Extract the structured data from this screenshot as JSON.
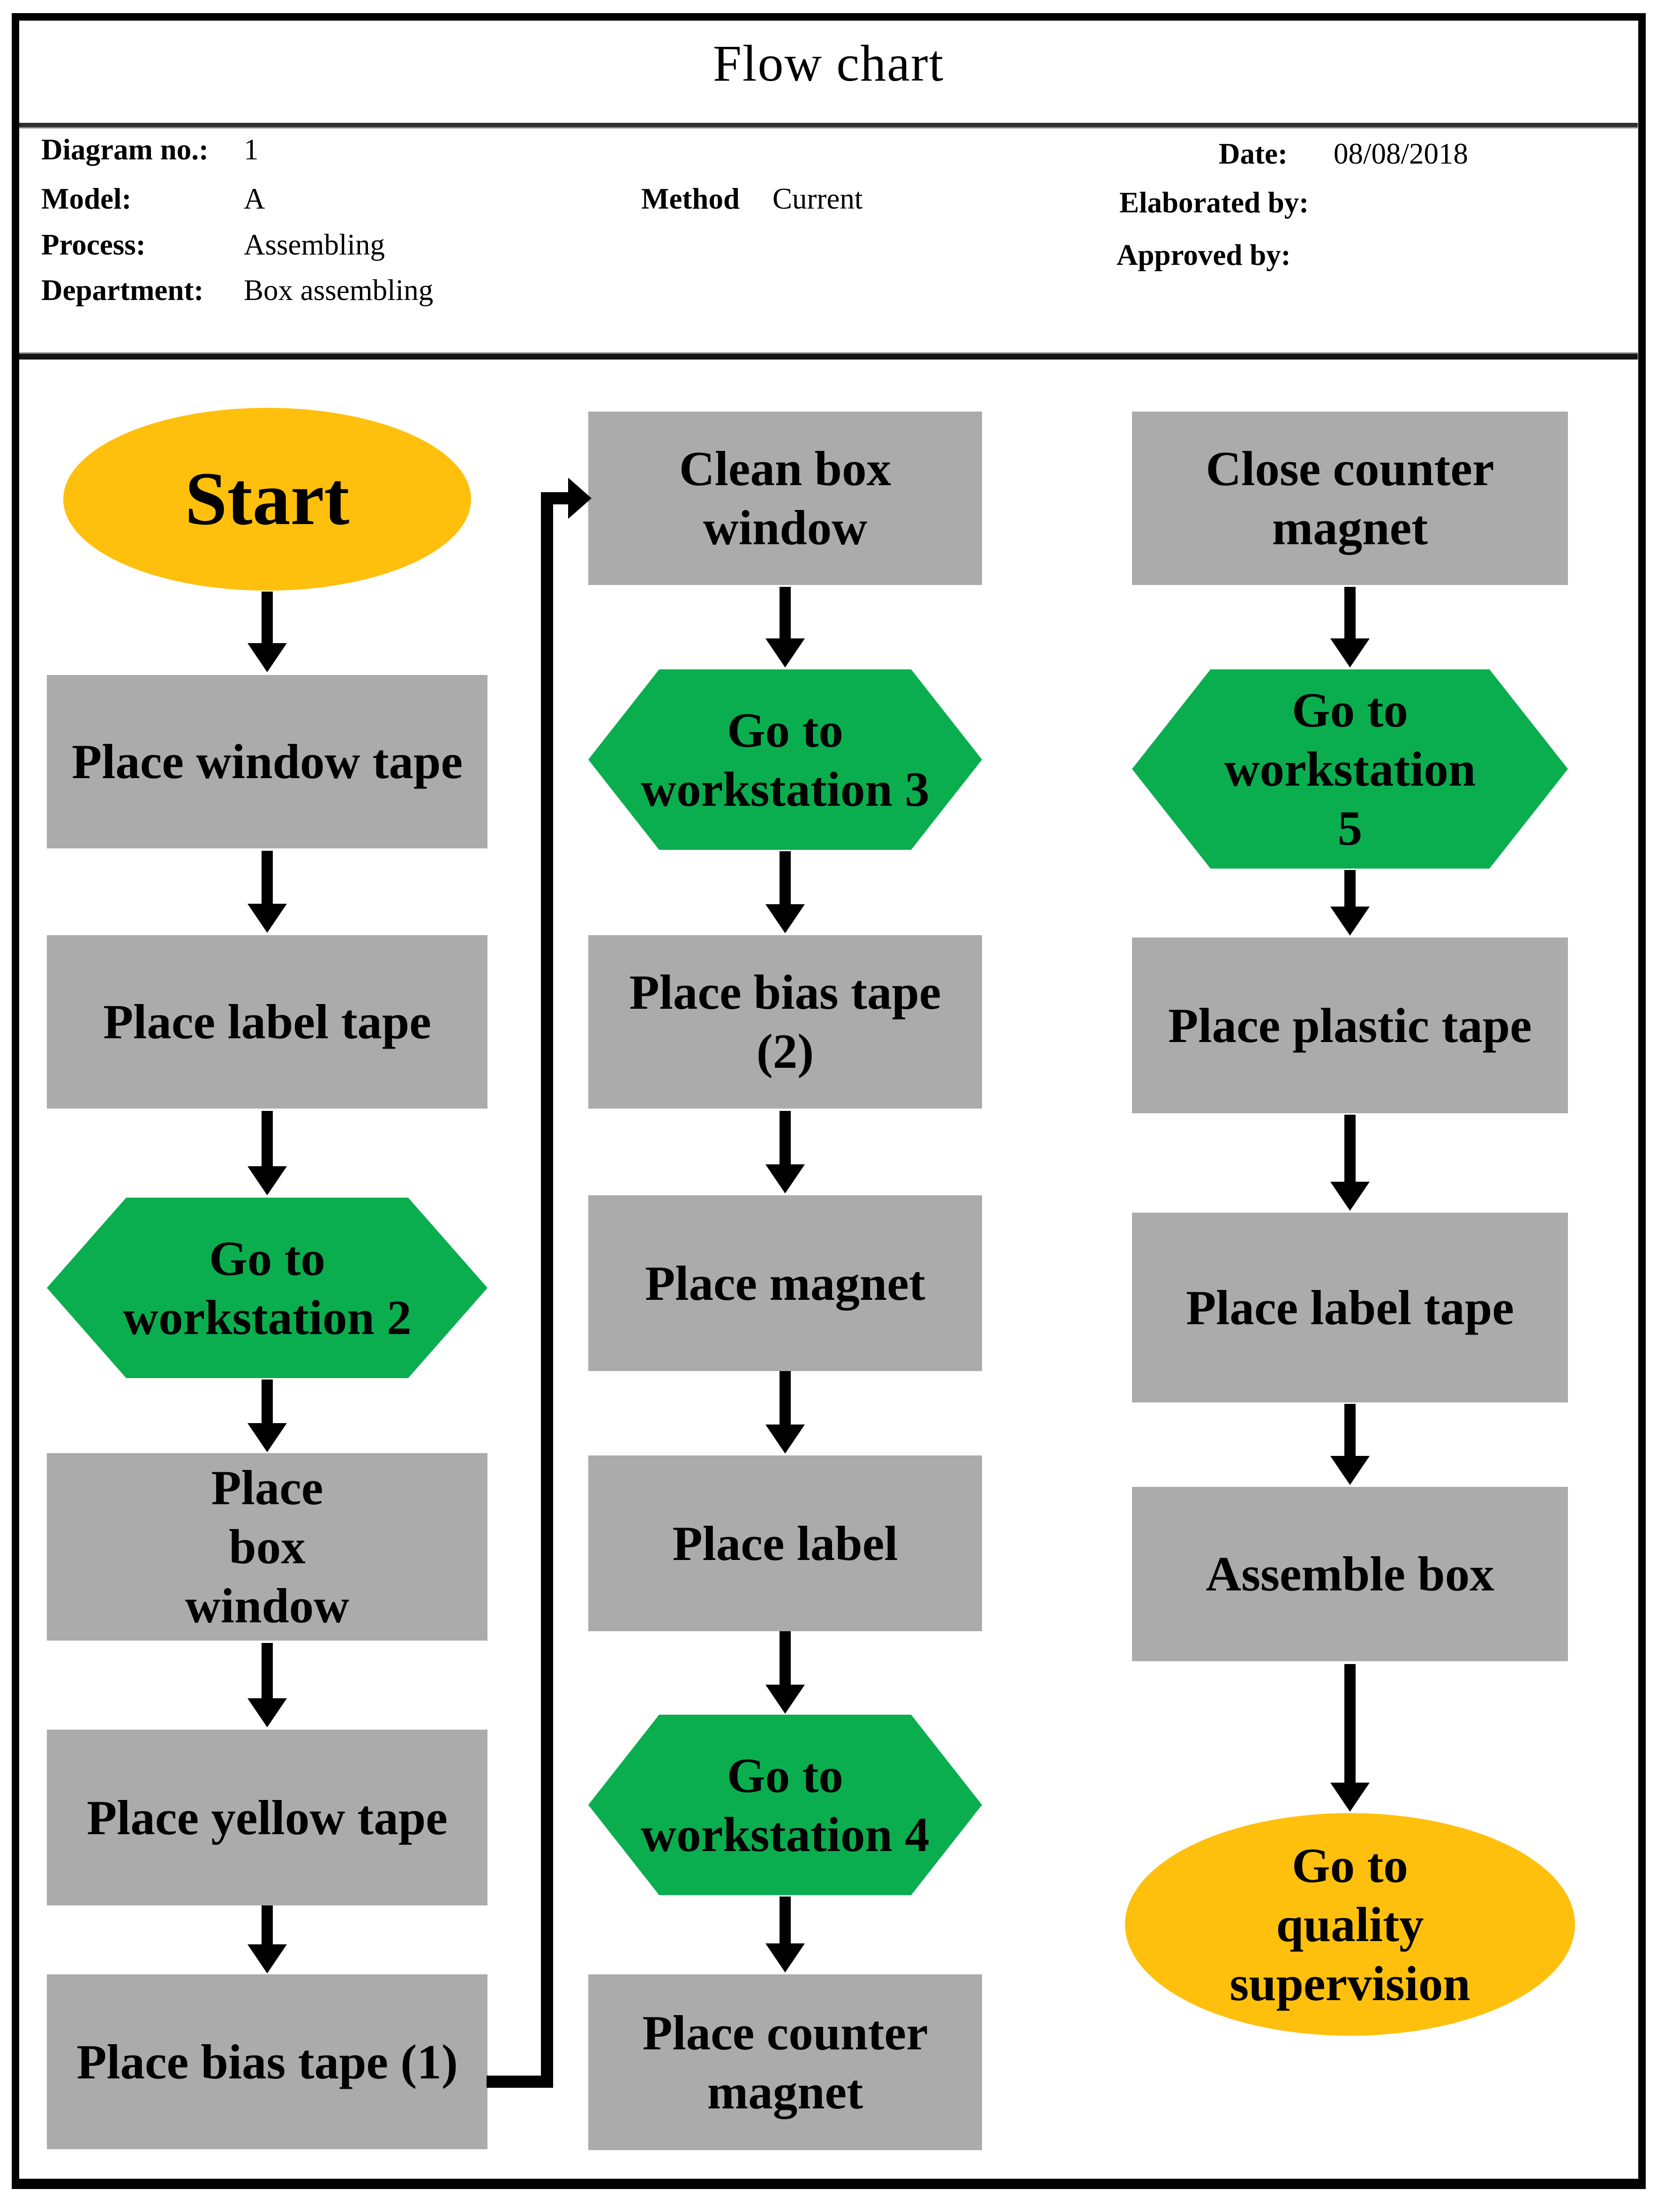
{
  "title": "Flow chart",
  "header": {
    "diagram_no_label": "Diagram no.:",
    "diagram_no": "1",
    "model_label": "Model:",
    "model": "A",
    "process_label": "Process:",
    "process": "Assembling",
    "department_label": "Department:",
    "department": "Box assembling",
    "method_label": "Method",
    "method": "Current",
    "date_label": "Date:",
    "date": "08/08/2018",
    "elaborated_label": "Elaborated by:",
    "approved_label": "Approved by:"
  },
  "colors": {
    "process_box_gray": "#ABABAB",
    "transport_hex_green": "#0BAE4F",
    "terminal_ellipse_yellow": "#FFC00D",
    "connector_black": "#000000"
  },
  "nodes": {
    "start": {
      "label": "Start",
      "shape": "ellipse",
      "color": "#FFC00D"
    },
    "place_window_tape": {
      "label": "Place window tape",
      "shape": "rect",
      "color": "#ABABAB"
    },
    "place_label_tape": {
      "label": "Place label tape",
      "shape": "rect",
      "color": "#ABABAB"
    },
    "goto_workstation_2": {
      "label": "Go to\nworkstation 2",
      "shape": "hexagon",
      "color": "#0BAE4F"
    },
    "place_box_window": {
      "label": "Place\nbox\nwindow",
      "shape": "rect",
      "color": "#ABABAB"
    },
    "place_yellow_tape": {
      "label": "Place yellow tape",
      "shape": "rect",
      "color": "#ABABAB"
    },
    "place_bias_tape_1": {
      "label": "Place bias tape (1)",
      "shape": "rect",
      "color": "#ABABAB"
    },
    "clean_box_window": {
      "label": "Clean box window",
      "shape": "rect",
      "color": "#ABABAB"
    },
    "goto_workstation_3": {
      "label": "Go to\nworkstation 3",
      "shape": "hexagon",
      "color": "#0BAE4F"
    },
    "place_bias_tape_2": {
      "label": "Place bias tape (2)",
      "shape": "rect",
      "color": "#ABABAB"
    },
    "place_magnet": {
      "label": "Place magnet",
      "shape": "rect",
      "color": "#ABABAB"
    },
    "place_label": {
      "label": "Place label",
      "shape": "rect",
      "color": "#ABABAB"
    },
    "goto_workstation_4": {
      "label": "Go to\nworkstation 4",
      "shape": "hexagon",
      "color": "#0BAE4F"
    },
    "place_counter_magnet": {
      "label": "Place counter\nmagnet",
      "shape": "rect",
      "color": "#ABABAB"
    },
    "close_counter_magnet": {
      "label": "Close counter\nmagnet",
      "shape": "rect",
      "color": "#ABABAB"
    },
    "goto_workstation_5": {
      "label": "Go to\nworkstation\n5",
      "shape": "hexagon",
      "color": "#0BAE4F"
    },
    "place_plastic_tape": {
      "label": "Place plastic tape",
      "shape": "rect",
      "color": "#ABABAB"
    },
    "place_label_tape_2": {
      "label": "Place label tape",
      "shape": "rect",
      "color": "#ABABAB"
    },
    "assemble_box": {
      "label": "Assemble box",
      "shape": "rect",
      "color": "#ABABAB"
    },
    "goto_quality_supervision": {
      "label": "Go to\nquality\nsupervision",
      "shape": "ellipse",
      "color": "#FFC00D"
    }
  },
  "connectors": {
    "loop_back": {
      "from": "place_bias_tape_1",
      "to": "clean_box_window",
      "style": "elbow-right-up-right"
    }
  }
}
